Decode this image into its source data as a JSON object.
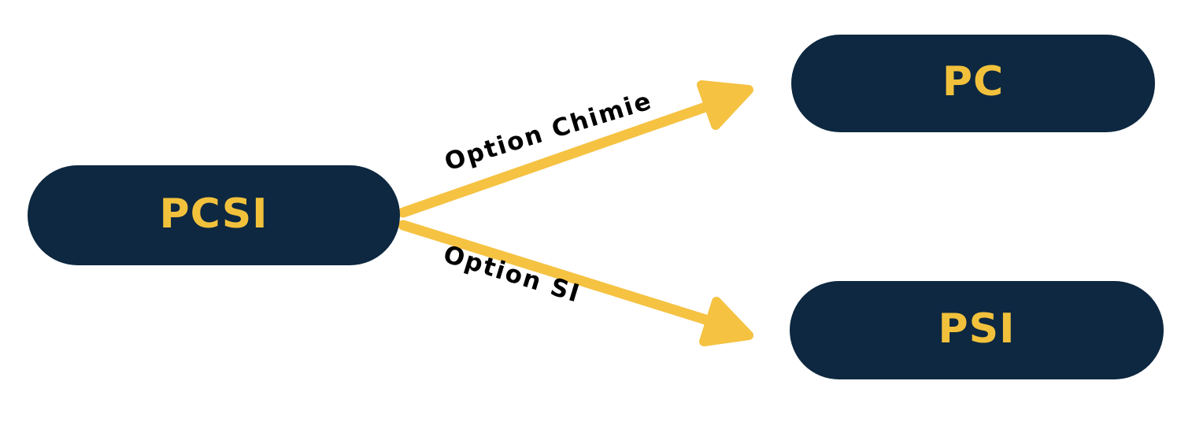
{
  "diagram": {
    "type": "flow",
    "nodes": [
      {
        "id": "pcsi",
        "label": "PCSI"
      },
      {
        "id": "pc",
        "label": "PC"
      },
      {
        "id": "psi",
        "label": "PSI"
      }
    ],
    "edges": [
      {
        "from": "PCSI",
        "to": "PC",
        "label": "Option Chimie"
      },
      {
        "from": "PCSI",
        "to": "PSI",
        "label": "Option SI"
      }
    ]
  },
  "colors": {
    "node_bg": "#0d2840",
    "node_text": "#f2c13c",
    "arrow": "#f5c242",
    "edge_label_text": "#000000",
    "background": "#ffffff"
  }
}
